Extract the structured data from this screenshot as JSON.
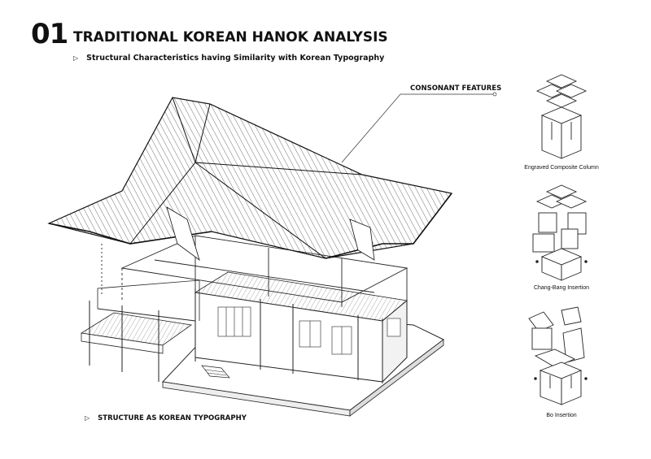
{
  "header": {
    "number": "01",
    "title": "TRADITIONAL KOREAN HANOK ANALYSIS",
    "subtitle": "Structural Characteristics having Similarity with Korean Typography"
  },
  "labels": {
    "consonant_features": "CONSONANT FEATURES",
    "structure_typography": "STRUCTURE AS KOREAN TYPOGRAPHY"
  },
  "details": [
    {
      "caption": "Engraved Composite Column"
    },
    {
      "caption": "Chang-Bang Insertion"
    },
    {
      "caption": "Bo Insertion"
    }
  ],
  "bullet_glyph": "▷"
}
